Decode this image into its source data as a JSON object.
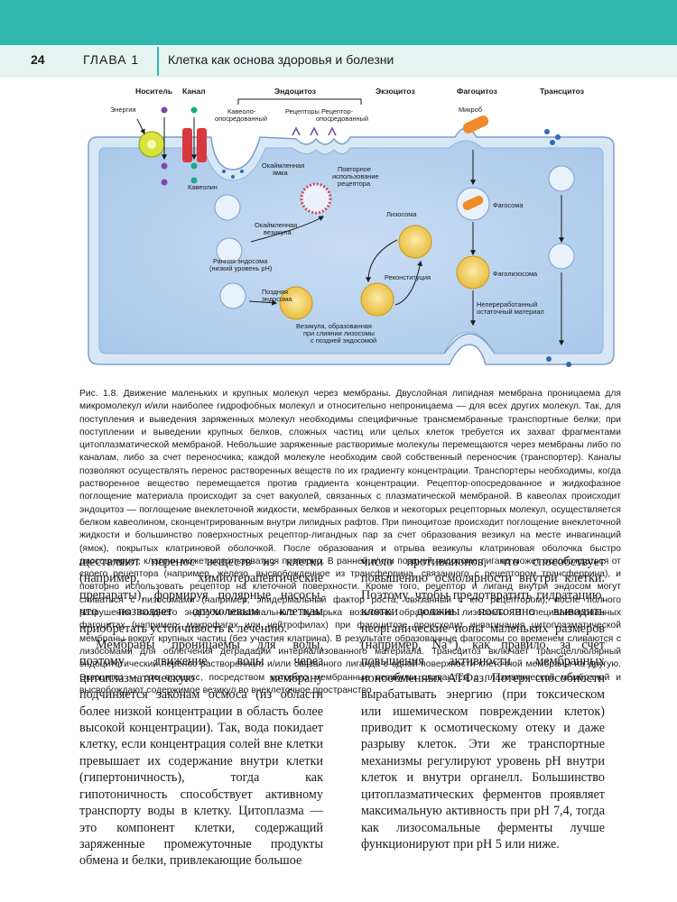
{
  "header": {
    "page_number": "24",
    "chapter": "ГЛАВА 1",
    "title": "Клетка как основа здоровья и болезни"
  },
  "figure": {
    "labels": {
      "carrier": "Носитель",
      "channel": "Канал",
      "endocytosis": "Эндоцитоз",
      "exocytosis": "Экзоцитоз",
      "phagocytosis": "Фагоцитоз",
      "transcytosis": "Трансцитоз",
      "energy": "Энергия",
      "caveolae_1": "Кавеоло-",
      "caveolae_2": "опосредованный",
      "receptors": "Рецепторы",
      "receptor_med_1": "Рецептор-",
      "receptor_med_2": "опосредованный",
      "microbe": "Микроб",
      "caveolin": "Кавеолин",
      "coated_pit_1": "Окаймленная",
      "coated_pit_2": "ямка",
      "recycling_1": "Повторное",
      "recycling_2": "использование",
      "recycling_3": "рецептора",
      "coated_vesicle_1": "Окаймленная",
      "coated_vesicle_2": "везикула",
      "lysosome": "Лизосома",
      "phagosome": "Фагосома",
      "early_endosome_1": "Ранняя эндосома",
      "early_endosome_2": "(низкий уровень pH)",
      "reconstitution": "Реконституция",
      "late_endosome_1": "Поздняя",
      "late_endosome_2": "эндосома",
      "phagolysosome": "Фаголизосома",
      "residual_1": "Непереработанный",
      "residual_2": "остаточный материал",
      "fused_1": "Везикула, образованная",
      "fused_2": "при слиянии лизосомы",
      "fused_3": "с поздней эндосомой"
    }
  },
  "caption_text": "Рис. 1.8. Движение маленьких и крупных молекул через мембраны. Двуслойная липидная мембрана проницаема для микромолекул и/или наиболее гидрофобных молекул и относительно непроницаема — для всех других молекул. Так, для поступления и выведения заряженных молекул необходимы специфичные трансмембранные транспортные белки; при поступлении и выведении крупных белков, сложных частиц или целых клеток требуется их захват фрагментами цитоплазматической мембраной. Небольшие заряженные растворимые молекулы перемещаются через мембраны либо по каналам, либо за счет переносчика; каждой молекуле необходим свой собственный переносчик (транспортер). Каналы позволяют осуществлять перенос растворенных веществ по их градиенту концентрации. Транспортеры необходимы, когда растворенное вещество перемещается против градиента концентрации. Рецептор-опосредованное и жидкофазное поглощение материала происходит за счет вакуолей, связанных с плазматической мембраной. В кавеолах происходит эндоцитоз — поглощение внеклеточной жидкости, мембранных белков и некоторых рецепторных молекул, осуществляется белком кавеолином, сконцентрированным внутри липидных рафтов. При пиноцитозе происходит поглощение внеклеточной жидкости и большинство поверхностных рецептор-лигандных пар за счет образования везикул на месте инвагинаций (ямок), покрытых клатриновой оболочкой. После образования и отрыва везикулы клатриновая оболочка быстро диссоциирует, клатрин может использоваться повторно. В ранней и/или поздней эндосоме лиганд может освобождаться от своего рецептора (например, железо, высвобожденное из трансферрина, связанного с рецептором трансферрина), и повторно использовать рецептор на клеточной поверхности. Кроме того, рецептор и лиганд внутри эндосом могут сливаться с лизосомами (например, эпидермальный фактор роста, связанный с его рецептором); после полного разрушения позднего эндосом-лизосомального пузырька возможно образование лизосомы. В специализированных фагоцитах (например, макрофагах или нейтрофилах) при фагоцитозе происходит инвагинация цитоплазматической мембраны вокруг крупных частиц (без участия клатрина). В результате образованные фагосомы со временем сливаются с лизосомами для облегчения деградации интернализованного материала. Трансцитоз включает трансцеллюлярный эндоцитотический перенос растворенного и/или связанного лиганда с одной поверхности клеточной мембраны на другую. Экзоцитоз — это процесс, посредством которого мембранные везикулы сливаются с плазматической мембраной и высвобождают содержимое везикул во внеклеточное пространство",
  "body": {
    "left_p1": "ществляют перенос веществ из клетки (например, химиотерапевтические препараты), формируя полярные насосы, что позволяет опухолевым клеткам приобретать устойчивость к лечению.",
    "left_p2": "Мембраны проницаемы для воды, поэтому движение воды через цитоплазматическую мембрану подчиняется законам осмоса (из области более низкой концентрации в область более высокой концентрации). Так, вода покидает клетку, если концентрация солей вне клетки превышает их содержание внутри клетки (гипертоничность), тогда как гипотоничность способствует активному транспорту воды в клетку. Цитоплазма — это компонент клетки, содержащий заряженные промежуточные продукты обмена и белки, привлекающие большое",
    "right_p1": "число противоионов, что способствует повышению осмолярности внутри клетки. Поэтому, чтобы предотвратить гидратацию, клетки должны постоянно выводить неорганические ионы маленьких размеров (например, Na⁺), как правило, за счет повышения активности мембранных ионообменных АТФаз. Потеря способности вырабатывать энергию (при токсическом или ишемическом повреждении клеток) приводит к осмотическому отеку и даже разрыву клеток. Эти же транспортные механизмы регулируют уровень pH внутри клеток и внутри органелл. Большинство цитоплазматических ферментов проявляет максимальную активность при pH 7,4, тогда как лизосомальные ферменты лучше функционируют при pH 5 или ниже."
  },
  "colors": {
    "header_teal": "#2fb7b0",
    "header_strip": "#e6f4f1",
    "cytoplasm": "#b9d3ee",
    "membrane": "#d8e7f6",
    "channel_red": "#d9393e",
    "carrier_yellow": "#d7e33c",
    "vesicle_yellow": "#f3d36b",
    "microbe_orange": "#f08a2a"
  }
}
